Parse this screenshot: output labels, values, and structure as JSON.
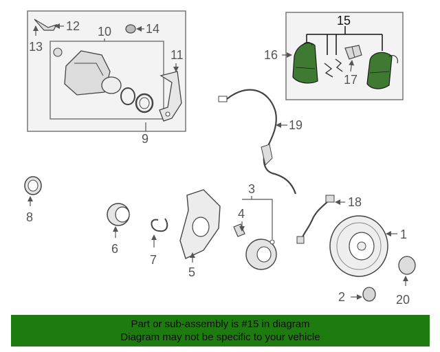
{
  "callouts": {
    "c1": "1",
    "c2": "2",
    "c3": "3",
    "c4": "4",
    "c5": "5",
    "c6": "6",
    "c7": "7",
    "c8": "8",
    "c9": "9",
    "c10": "10",
    "c11": "11",
    "c12": "12",
    "c13": "13",
    "c14": "14",
    "c15": "15",
    "c16": "16",
    "c17": "17",
    "c18": "18",
    "c19": "19",
    "c20": "20"
  },
  "banner": {
    "line1": "Part or sub-assembly is #15 in diagram",
    "line2": "Diagram may not be specific to your vehicle"
  },
  "colors": {
    "highlight": "#3f7a32",
    "banner": "#1e7b0f",
    "line": "#555555",
    "box_border": "#777777",
    "box_fill": "#f3f3f3"
  }
}
